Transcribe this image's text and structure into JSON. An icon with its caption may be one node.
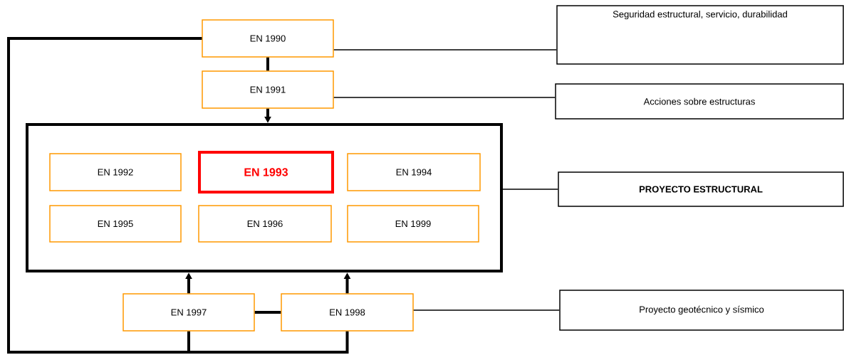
{
  "diagram": {
    "nodes": [
      {
        "text": [
          "EN 1990"
        ]
      },
      {
        "text": [
          "EN 1991"
        ]
      },
      {
        "text": [],
        "shape": "box"
      },
      {
        "text": [
          "EN 1992"
        ],
        "in": 2
      },
      {
        "text": [
          "EN 1993"
        ],
        "in": 2
      },
      {
        "text": [
          "EN 1994"
        ],
        "in": 2
      },
      {
        "text": [
          "EN 1995"
        ],
        "in": 2
      },
      {
        "text": [
          "EN 1996"
        ],
        "in": 2
      },
      {
        "text": [
          "EN 1999"
        ],
        "in": 2
      },
      {
        "text": [
          "EN 1997"
        ]
      },
      {
        "text": [
          "EN 1998"
        ]
      },
      {
        "text": [
          "Seguridad estructural, servicio, durabilidad"
        ]
      },
      {
        "text": [
          "Acciones sobre estructuras"
        ]
      },
      {
        "text": [
          "PROYECTO ESTRUCTURAL"
        ]
      },
      {
        "text": [
          "Proyecto geotécnico y sísmico"
        ]
      }
    ],
    "edges": [
      {
        "from": 0,
        "to": 1,
        "arrow": "none"
      },
      {
        "from": 1,
        "to": 2,
        "arrow": "to"
      },
      {
        "from": 9,
        "to": 2,
        "arrow": "to"
      },
      {
        "from": 10,
        "to": 2,
        "arrow": "to"
      },
      {
        "from": 9,
        "to": 10,
        "arrow": "none"
      },
      {
        "from": 0,
        "to": 9,
        "arrow": "none"
      },
      {
        "from": 0,
        "to": 10,
        "arrow": "none"
      },
      {
        "from": 0,
        "to": 11,
        "arrow": "none"
      },
      {
        "from": 1,
        "to": 12,
        "arrow": "none"
      },
      {
        "from": 2,
        "to": 13,
        "arrow": "none"
      },
      {
        "from": 10,
        "to": 14,
        "arrow": "none"
      }
    ]
  }
}
